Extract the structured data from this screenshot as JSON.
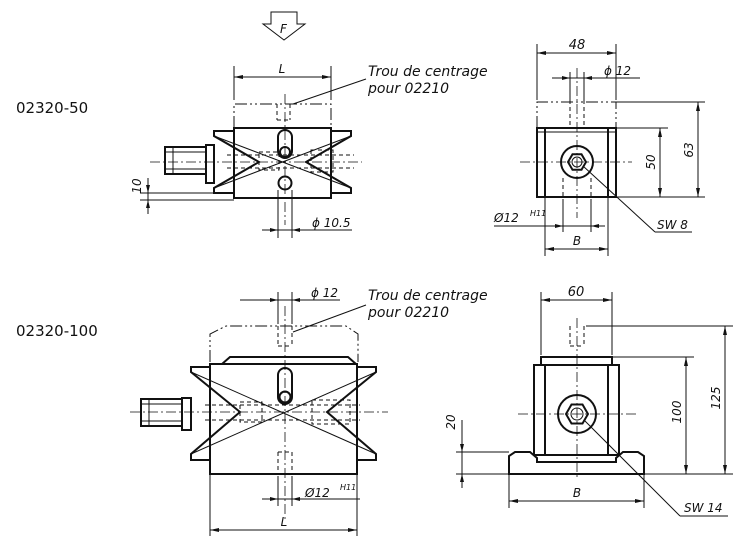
{
  "force": {
    "label": "F"
  },
  "variants": [
    {
      "code": "02320-50"
    },
    {
      "code": "02320-100"
    }
  ],
  "notes": {
    "centering_line1": "Trou de centrage",
    "centering_line2": "pour 02210"
  },
  "dims_top": {
    "front_L": "L",
    "front_10": "10",
    "front_d105": "ϕ 10.5",
    "side_48": "48",
    "side_d12": "ϕ 12",
    "side_50": "50",
    "side_63": "63",
    "side_d12h": "Ø12",
    "side_h11": "H11",
    "side_B": "B",
    "side_sw": "SW 8"
  },
  "dims_bottom": {
    "front_d12": "ϕ 12",
    "front_d12h": "Ø12",
    "front_h11": "H11",
    "front_L": "L",
    "side_60": "60",
    "side_20": "20",
    "side_100": "100",
    "side_125": "125",
    "side_B": "B",
    "side_sw": "SW 14"
  }
}
